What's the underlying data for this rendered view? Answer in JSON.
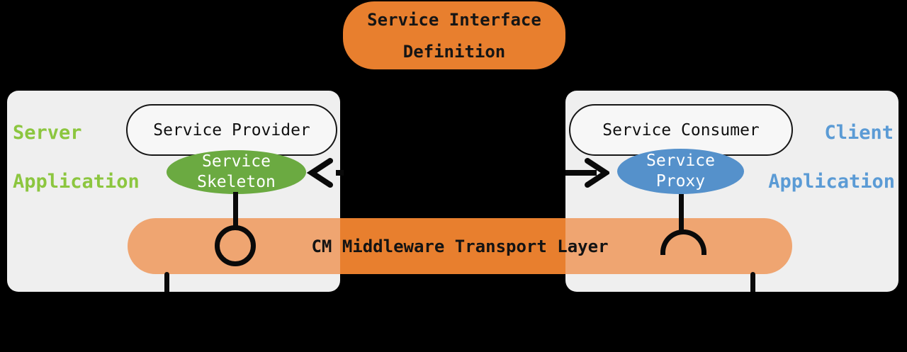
{
  "diagram": {
    "background": "#000000",
    "colors": {
      "orange": "#E87F2E",
      "orange_light": "#EFA571",
      "panel_gray": "#EFEFEF",
      "pill_fill": "#F7F7F7",
      "green_fill": "#6BAA41",
      "green_text": "#8CC63F",
      "blue_fill": "#5591CB",
      "blue_text": "#5B9BD5",
      "line_black": "#0A0A0A",
      "ellipse_text": "#FFFFFF"
    },
    "interface_definition": {
      "line1": "Service Interface",
      "line2": "Definition"
    },
    "server_panel": {
      "label_line1": "Server",
      "label_line2": "Application",
      "provider": "Service Provider",
      "skeleton_line1": "Service",
      "skeleton_line2": "Skeleton"
    },
    "client_panel": {
      "label_line1": "Client",
      "label_line2": "Application",
      "consumer": "Service Consumer",
      "proxy_line1": "Service",
      "proxy_line2": "Proxy"
    },
    "transport_bar": {
      "label": "CM Middleware Transport Layer"
    },
    "icons": {
      "lollipop": "provided-interface-lollipop",
      "socket": "required-interface-socket",
      "arrow_left": "arrow-left",
      "arrow_right": "arrow-right"
    }
  }
}
